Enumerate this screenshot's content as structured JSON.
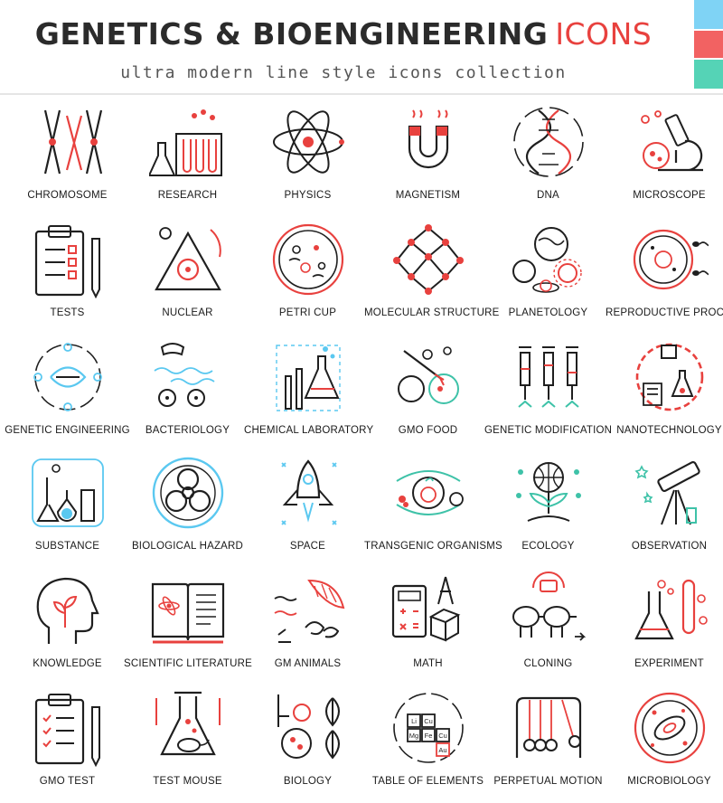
{
  "header": {
    "title": "GENETICS & BIOENGINEERING",
    "title_accent": "ICONS",
    "subtitle": "ultra modern line style icons collection"
  },
  "colors": {
    "line": "#1f1f1f",
    "accent_red": "#e8413e",
    "accent_cyan": "#5ac8f0",
    "accent_teal": "#3ec2a8",
    "swatch_top": "#7fd3f5",
    "swatch_mid": "#f26262",
    "swatch_bottom": "#55d3b6"
  },
  "icons": [
    {
      "label": "CHROMOSOME",
      "icon": "chromosome-icon"
    },
    {
      "label": "RESEARCH",
      "icon": "research-icon"
    },
    {
      "label": "PHYSICS",
      "icon": "atom-icon"
    },
    {
      "label": "MAGNETISM",
      "icon": "magnet-icon"
    },
    {
      "label": "DNA",
      "icon": "dna-icon"
    },
    {
      "label": "MICROSCOPE",
      "icon": "microscope-icon"
    },
    {
      "label": "TESTS",
      "icon": "clipboard-icon"
    },
    {
      "label": "NUCLEAR",
      "icon": "nuclear-icon"
    },
    {
      "label": "PETRI CUP",
      "icon": "petri-dish-icon"
    },
    {
      "label": "MOLECULAR STRUCTURE",
      "icon": "molecule-icon"
    },
    {
      "label": "PLANETOLOGY",
      "icon": "planet-icon"
    },
    {
      "label": "REPRODUCTIVE PROCESS",
      "icon": "cell-sperm-icon"
    },
    {
      "label": "GENETIC ENGINEERING",
      "icon": "gene-circle-icon"
    },
    {
      "label": "BACTERIOLOGY",
      "icon": "bacteria-icon"
    },
    {
      "label": "CHEMICAL LABORATORY",
      "icon": "lab-icon"
    },
    {
      "label": "GMO FOOD",
      "icon": "gmo-food-icon"
    },
    {
      "label": "GENETIC MODIFICATION",
      "icon": "syringe-icon"
    },
    {
      "label": "NANOTECHNOLOGY",
      "icon": "nano-gear-icon"
    },
    {
      "label": "SUBSTANCE",
      "icon": "flask-icon"
    },
    {
      "label": "BIOLOGICAL HAZARD",
      "icon": "biohazard-icon"
    },
    {
      "label": "SPACE",
      "icon": "rocket-icon"
    },
    {
      "label": "TRANSGENIC ORGANISMS",
      "icon": "transgenic-icon"
    },
    {
      "label": "ECOLOGY",
      "icon": "ecology-icon"
    },
    {
      "label": "OBSERVATION",
      "icon": "telescope-icon"
    },
    {
      "label": "KNOWLEDGE",
      "icon": "head-icon"
    },
    {
      "label": "SCIENTIFIC LITERATURE",
      "icon": "book-icon"
    },
    {
      "label": "GM ANIMALS",
      "icon": "gm-animals-icon"
    },
    {
      "label": "MATH",
      "icon": "calculator-icon"
    },
    {
      "label": "CLONING",
      "icon": "sheep-icon"
    },
    {
      "label": "EXPERIMENT",
      "icon": "beaker-icon"
    },
    {
      "label": "GMO TEST",
      "icon": "clipboard-check-icon"
    },
    {
      "label": "TEST MOUSE",
      "icon": "mouse-flask-icon"
    },
    {
      "label": "BIOLOGY",
      "icon": "leaf-flask-icon"
    },
    {
      "label": "TABLE OF ELEMENTS",
      "icon": "periodic-table-icon"
    },
    {
      "label": "PERPETUAL MOTION",
      "icon": "newton-cradle-icon"
    },
    {
      "label": "MICROBIOLOGY",
      "icon": "microbe-icon"
    }
  ],
  "periodic": [
    "Li",
    "Cu",
    "Mg",
    "Fe",
    "Cu",
    "Au"
  ]
}
